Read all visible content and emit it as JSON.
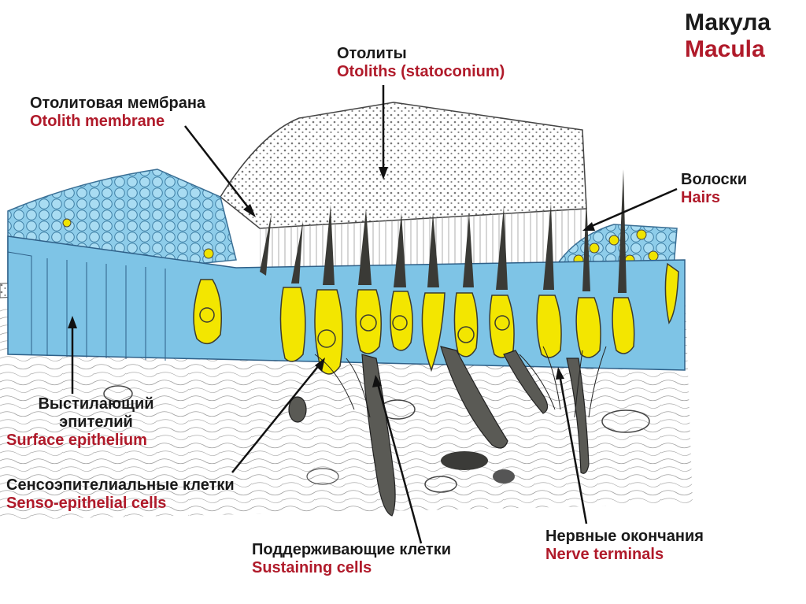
{
  "title": {
    "ru": "Макула",
    "en": "Macula"
  },
  "labels": {
    "otoliths": {
      "ru": "Отолиты",
      "en": "Otoliths (statoconium)"
    },
    "otolith_membrane": {
      "ru": "Отолитовая мембрана",
      "en": "Otolith membrane"
    },
    "hairs": {
      "ru": "Волоски",
      "en": "Hairs"
    },
    "surface_epithelium": {
      "ru_line1": "Выстилающий",
      "ru_line2": "эпителий",
      "en": "Surface epithelium"
    },
    "senso_epithelial": {
      "ru": "Сенсоэпителиальные клетки",
      "en": "Senso-epithelial cells"
    },
    "sustaining_cells": {
      "ru": "Поддерживающие клетки",
      "en": "Sustaining cells"
    },
    "nerve_terminals": {
      "ru": "Нервные окончания",
      "en": "Nerve terminals"
    }
  },
  "colors": {
    "epithelium_blue": "#7ec4e6",
    "hair_cell_yellow": "#f3e600",
    "english_label_red": "#b01a2a",
    "dark_cells": "#5a5a55"
  }
}
